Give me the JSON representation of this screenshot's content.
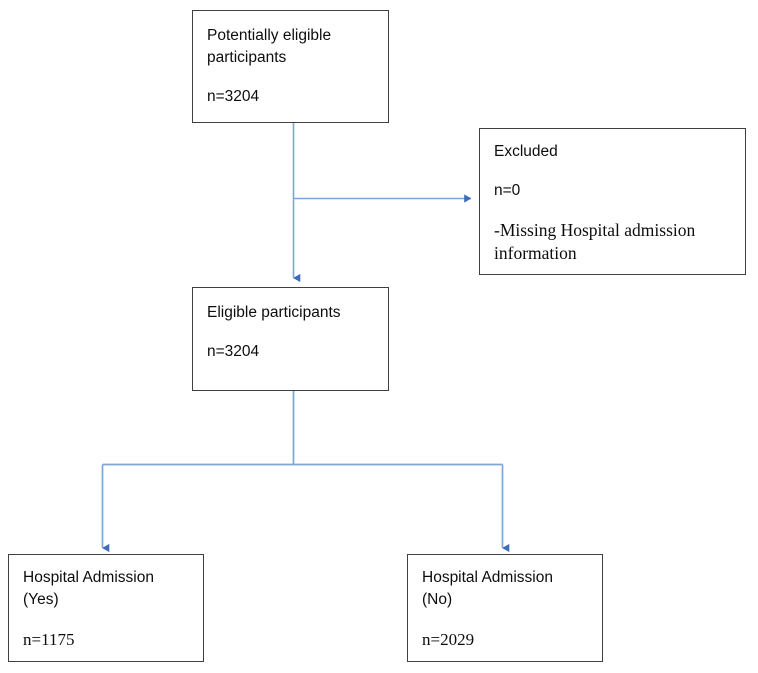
{
  "diagram": {
    "title": "Participant flow diagram",
    "type": "flowchart",
    "colors": {
      "box_border": "#3f3f3f",
      "box_fill": "#ffffff",
      "connector": "#4676b8",
      "text": "#0d0d0d"
    },
    "nodes": [
      {
        "id": "potentially-eligible",
        "lines": [
          "Potentially eligible\nparticipants",
          "n=3204"
        ],
        "count_label": "n=3204",
        "count": 3204
      },
      {
        "id": "excluded",
        "lines": [
          "Excluded",
          "n=0",
          "-Missing Hospital admission information"
        ],
        "count_label": "n=0",
        "count": 0,
        "reason": "-Missing Hospital admission information"
      },
      {
        "id": "eligible",
        "lines": [
          "Eligible participants",
          "n=3204"
        ],
        "count_label": "n=3204",
        "count": 3204
      },
      {
        "id": "admission-yes",
        "lines": [
          "Hospital Admission\n(Yes)",
          "n=1175"
        ],
        "count_label": "n=1175",
        "count": 1175
      },
      {
        "id": "admission-no",
        "lines": [
          "Hospital Admission\n(No)",
          "n=2029"
        ],
        "count_label": "n=2029",
        "count": 2029
      }
    ],
    "edges": [
      {
        "id": "edge-potentially-to-eligible",
        "from": "potentially-eligible",
        "to": "eligible",
        "arrow": true
      },
      {
        "id": "edge-potentially-to-excluded",
        "from": "potentially-eligible",
        "to": "excluded",
        "arrow": true
      },
      {
        "id": "edge-eligible-to-admission-yes",
        "from": "eligible",
        "to": "admission-yes",
        "arrow": true
      },
      {
        "id": "edge-eligible-to-admission-no",
        "from": "eligible",
        "to": "admission-no",
        "arrow": true
      }
    ]
  },
  "text": {
    "potentially_eligible_heading": "Potentially eligible\nparticipants",
    "potentially_eligible_count": "n=3204",
    "excluded_heading": "Excluded",
    "excluded_count": "n=0",
    "excluded_reason": "-Missing Hospital admission information",
    "eligible_heading": "Eligible participants",
    "eligible_count": "n=3204",
    "admission_yes_heading": "Hospital Admission\n(Yes)",
    "admission_yes_count": "n=1175",
    "admission_no_heading": "Hospital Admission\n(No)",
    "admission_no_count": "n=2029"
  }
}
